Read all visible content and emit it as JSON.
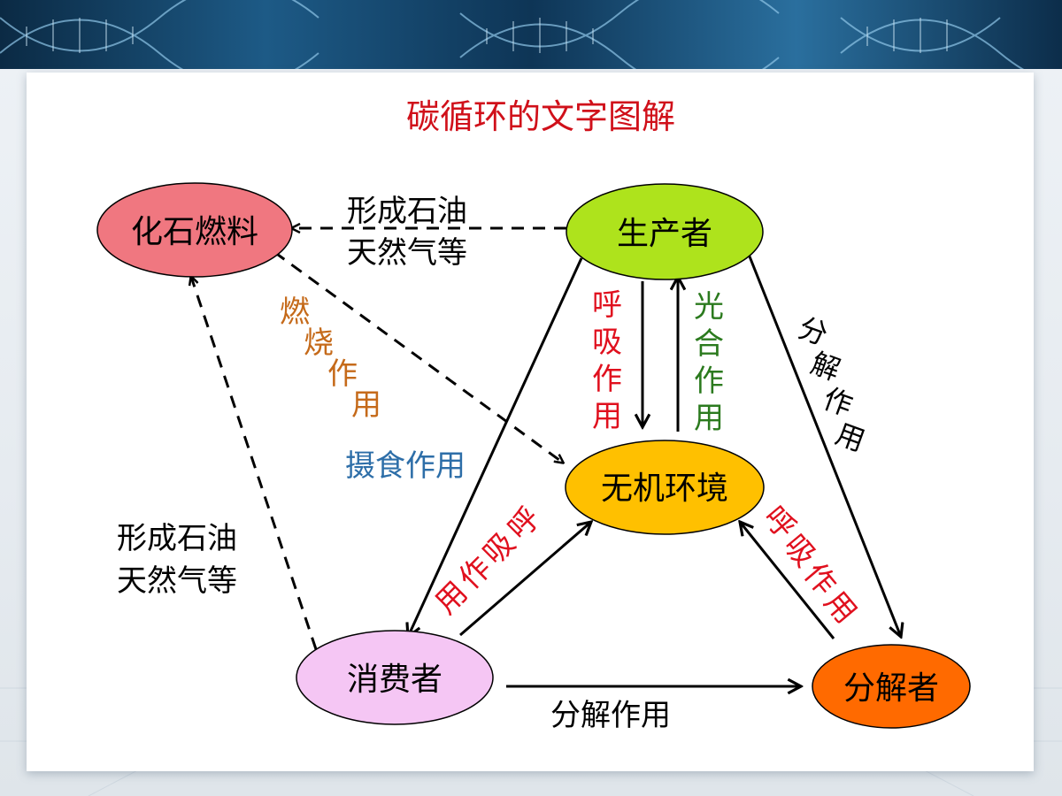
{
  "title": "碳循环的文字图解",
  "colors": {
    "title": "#d0101a",
    "fossil_fill": "#f07780",
    "producer_fill": "#aee31c",
    "env_fill": "#ffc000",
    "consumer_fill": "#f5c6f4",
    "decomposer_fill": "#ff6a00",
    "red_label": "#e0101e",
    "green_label": "#2b7a1e",
    "orange_label": "#c56a1a",
    "blue_label": "#2d6ea8"
  },
  "nodes": {
    "fossil": "化石燃料",
    "producer": "生产者",
    "environment": "无机环境",
    "consumer": "消费者",
    "decomposer": "分解者"
  },
  "labels": {
    "top_fossil_1": "形成石油",
    "top_fossil_2": "天然气等",
    "left_fossil_1": "形成石油",
    "left_fossil_2": "天然气等",
    "combustion": [
      "燃",
      "烧",
      "作",
      "用"
    ],
    "producer_respiration": [
      "呼",
      "吸",
      "作",
      "用"
    ],
    "photosynthesis": [
      "光",
      "合",
      "作",
      "用"
    ],
    "producer_decomp": [
      "分",
      "解",
      "作",
      "用"
    ],
    "feeding": "摄食作用",
    "consumer_respiration": [
      "呼",
      "吸",
      "作",
      "用"
    ],
    "decomposer_respiration": [
      "呼",
      "吸",
      "作",
      "用"
    ],
    "bottom_decomp": "分解作用"
  }
}
